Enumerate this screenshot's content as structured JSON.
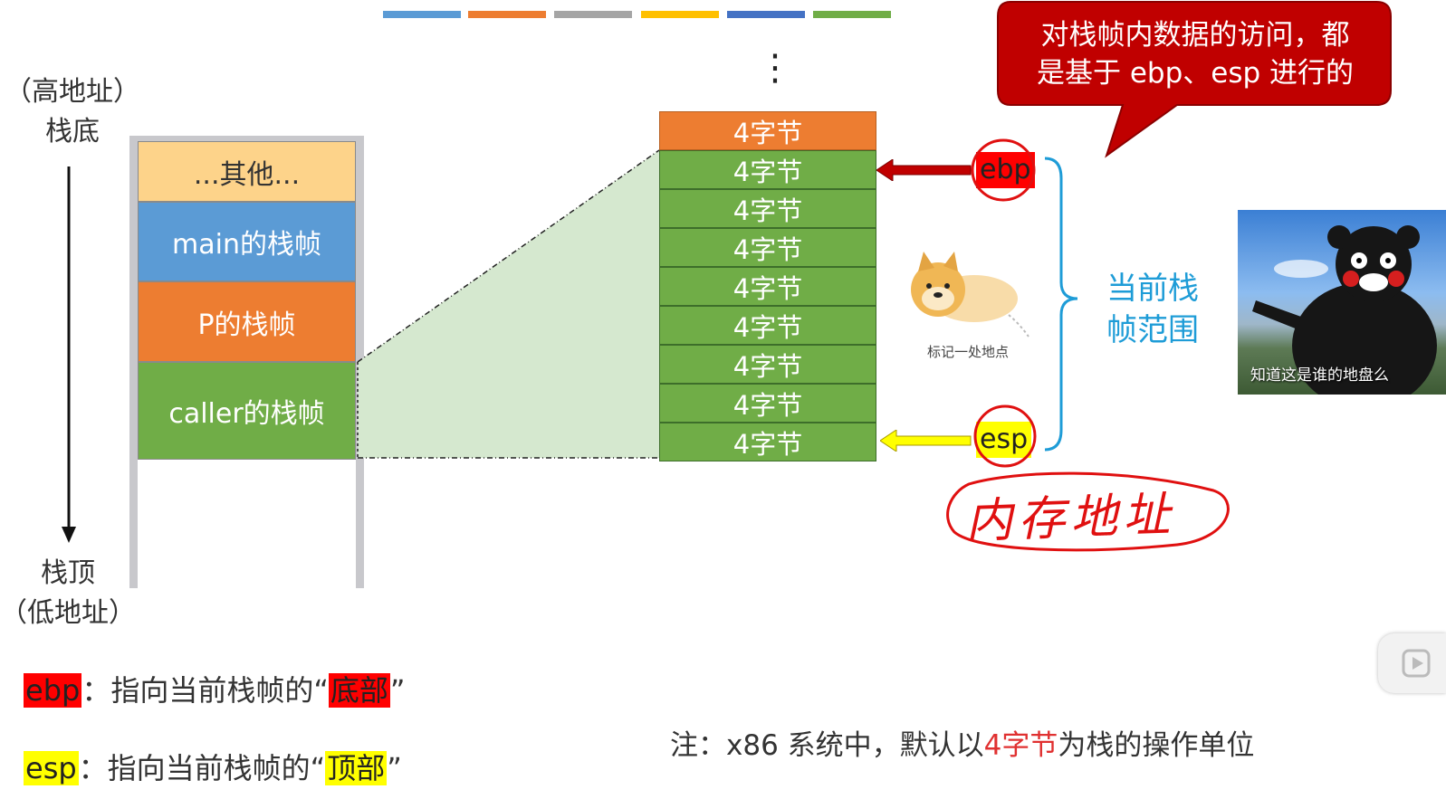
{
  "top_bar_colors": [
    "#5b9bd5",
    "#ed7d31",
    "#a5a5a5",
    "#ffc000",
    "#4472c4",
    "#70ad47"
  ],
  "left_axis": {
    "top_line1": "（高地址）",
    "top_line2": "栈底",
    "bottom_line1": "栈顶",
    "bottom_line2": "（低地址）"
  },
  "left_stack": {
    "frames": [
      {
        "label": "...其他...",
        "color": "#fdd38a",
        "text_color": "#333333"
      },
      {
        "label": "main的栈帧",
        "color": "#5b9bd5",
        "text_color": "#ffffff"
      },
      {
        "label": "P的栈帧",
        "color": "#ed7d31",
        "text_color": "#ffffff"
      },
      {
        "label": "caller的栈帧",
        "color": "#70ad47",
        "text_color": "#ffffff"
      }
    ]
  },
  "right_stack": {
    "dots": "⋮",
    "cell_label": "4字节",
    "cells": [
      "4字节",
      "4字节",
      "4字节",
      "4字节",
      "4字节",
      "4字节",
      "4字节",
      "4字节",
      "4字节"
    ],
    "ebp_label": "ebp",
    "esp_label": "esp",
    "colors": {
      "orange": "#ed7d31",
      "green": "#70ad47",
      "ebp_arrow": "#c00000",
      "esp_arrow": "#ffff00"
    }
  },
  "callout": {
    "line1": "对栈帧内数据的访问，都",
    "line2": "是基于 ebp、esp 进行的",
    "color": "#c00000"
  },
  "range_label": {
    "line1": "当前栈",
    "line2": "帧范围"
  },
  "sticker_caption": "标记一处地点",
  "handwriting": "内存地址",
  "meme_caption": "知道这是谁的地盘么",
  "legend": {
    "ebp_tag": "ebp",
    "ebp_text": "：指向当前栈帧的“",
    "ebp_highlight": "底部",
    "ebp_close": "”",
    "esp_tag": "esp",
    "esp_text": "：指向当前栈帧的“",
    "esp_highlight": "顶部",
    "esp_close": "”"
  },
  "note": {
    "prefix": "注：x86 系统中，默认以",
    "highlight": "4字节",
    "suffix": "为栈的操作单位"
  }
}
